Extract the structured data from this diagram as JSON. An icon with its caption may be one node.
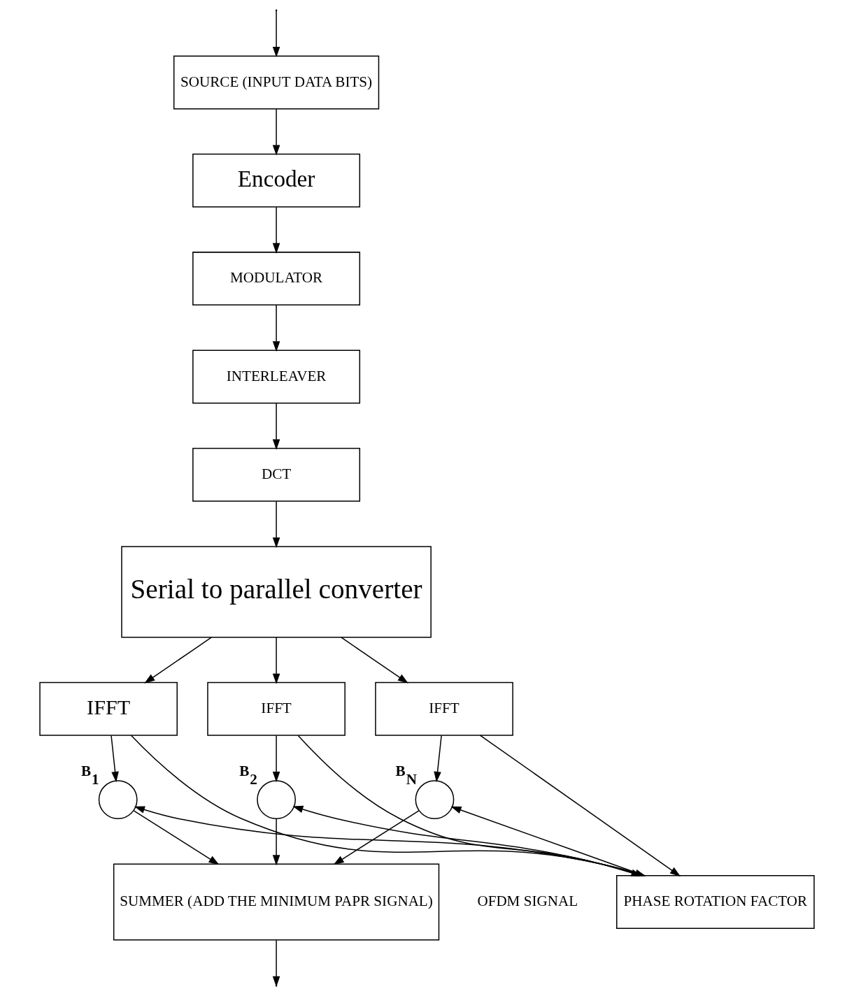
{
  "diagram": {
    "nodes": [
      {
        "text": [
          "SOURCE (INPUT DATA BITS)"
        ]
      },
      {
        "text": [
          "Encoder"
        ]
      },
      {
        "text": [
          "MODULATOR"
        ]
      },
      {
        "text": [
          "INTERLEAVER"
        ]
      },
      {
        "text": [
          "DCT"
        ]
      },
      {
        "text": [
          "Serial to parallel converter"
        ]
      },
      {
        "text": [
          "IFFT"
        ]
      },
      {
        "text": [
          "IFFT"
        ]
      },
      {
        "text": [
          "IFFT"
        ]
      },
      {
        "text": [],
        "shape": "circle",
        "beside": [
          "B$_{1}$"
        ]
      },
      {
        "text": [],
        "shape": "circle",
        "beside": [
          "B$_{2}$"
        ]
      },
      {
        "text": [],
        "shape": "circle",
        "beside": [
          "B$_{N}$"
        ]
      },
      {
        "text": [
          "SUMMER (ADD THE MINIMUM PAPR SIGNAL)"
        ]
      },
      {
        "text": [
          "PHASE ROTATION FACTOR"
        ]
      }
    ],
    "edges": [
      {
        "from": null,
        "to": 0,
        "arrow": "to"
      },
      {
        "from": 0,
        "to": 1,
        "arrow": "to"
      },
      {
        "from": 1,
        "to": 2,
        "arrow": "to"
      },
      {
        "from": 2,
        "to": 3,
        "arrow": "to"
      },
      {
        "from": 3,
        "to": 4,
        "arrow": "to"
      },
      {
        "from": 4,
        "to": 5,
        "arrow": "to"
      },
      {
        "from": 5,
        "to": 6,
        "arrow": "to"
      },
      {
        "from": 5,
        "to": 7,
        "arrow": "to"
      },
      {
        "from": 5,
        "to": 8,
        "arrow": "to"
      },
      {
        "from": 6,
        "to": 9,
        "arrow": "to"
      },
      {
        "from": 7,
        "to": 10,
        "arrow": "to"
      },
      {
        "from": 8,
        "to": 11,
        "arrow": "to"
      },
      {
        "from": 6,
        "to": 13,
        "arrow": "to"
      },
      {
        "from": 7,
        "to": 13,
        "arrow": "to"
      },
      {
        "from": 8,
        "to": 13,
        "arrow": "to"
      },
      {
        "from": 13,
        "to": 9,
        "arrow": "to"
      },
      {
        "from": 13,
        "to": 10,
        "arrow": "to"
      },
      {
        "from": 13,
        "to": 11,
        "arrow": "to"
      },
      {
        "from": 9,
        "to": 12,
        "arrow": "to"
      },
      {
        "from": 10,
        "to": 12,
        "arrow": "to"
      },
      {
        "from": 11,
        "to": 12,
        "arrow": "to"
      },
      {
        "from": 12,
        "to": null,
        "arrow": "to"
      }
    ],
    "labels": [
      "OFDM SIGNAL"
    ]
  }
}
